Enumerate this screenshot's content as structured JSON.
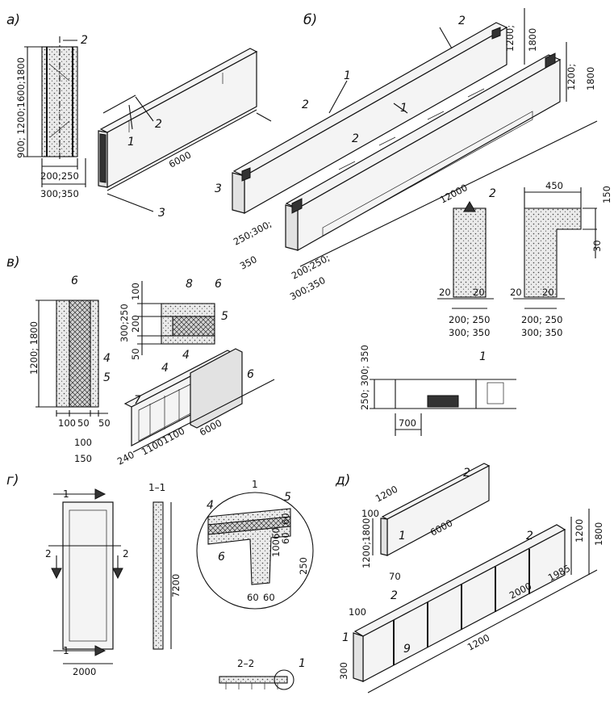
{
  "sections": {
    "a": "а)",
    "b": "б)",
    "v": "в)",
    "g": "г)",
    "d": "д)"
  },
  "dimensions": {
    "a_height": "900; 1200;1600;1800",
    "a_width_inner": "200;250",
    "a_width_outer": "300;350",
    "a_length": "6000",
    "b_h1": "1200;",
    "b_h1b": "1800",
    "b_h2": "1200;",
    "b_h2b": "1800",
    "b_len": "12000",
    "b_w1a": "250;300;",
    "b_w1b": "350",
    "b_w2a": "200;250;",
    "b_w2b": "300;350",
    "b_450": "450",
    "b_150": "150",
    "b_30": "30",
    "b_20a": "20",
    "b_20b": "20",
    "b_20c": "20",
    "b_20d": "20",
    "b_sec1a": "200; 250",
    "b_sec1b": "300; 350",
    "b_sec2a": "200; 250",
    "b_sec2b": "300; 350",
    "b_plan_h": "250; 300; 350",
    "b_700": "700",
    "v_height": "1200; 1800",
    "v_100": "100",
    "v_50a": "50",
    "v_50b": "50",
    "v_100b": "100",
    "v_150": "150",
    "v_sec_h": "300;250",
    "v_sec_100": "100",
    "v_sec_200": "200",
    "v_sec_50": "50",
    "v_len": "6000",
    "v_240": "240",
    "v_1100a": "1100",
    "v_1100b": "1100",
    "g_1_1": "1–1",
    "g_7200": "7200",
    "g_2000": "2000",
    "g_sec1": "1",
    "g_60a": "60",
    "g_60b": "60",
    "g_60c": "60",
    "g_100": "100",
    "g_250": "250",
    "g_60d": "60",
    "g_60e": "60",
    "g_2_2": "2–2",
    "d_1200": "1200",
    "d_100": "100",
    "d_6000": "6000",
    "d_h": "1200;1800",
    "d_70": "70",
    "d_1200r": "1200",
    "d_1800r": "1800",
    "d_2000": "2000",
    "d_1985": "1985",
    "d_1200b": "1200",
    "d_100b": "100",
    "d_300": "300"
  },
  "callouts": {
    "n1": "1",
    "n2": "2",
    "n3": "3",
    "n4": "4",
    "n5": "5",
    "n6": "6",
    "n7": "7",
    "n8": "8",
    "n9": "9"
  }
}
